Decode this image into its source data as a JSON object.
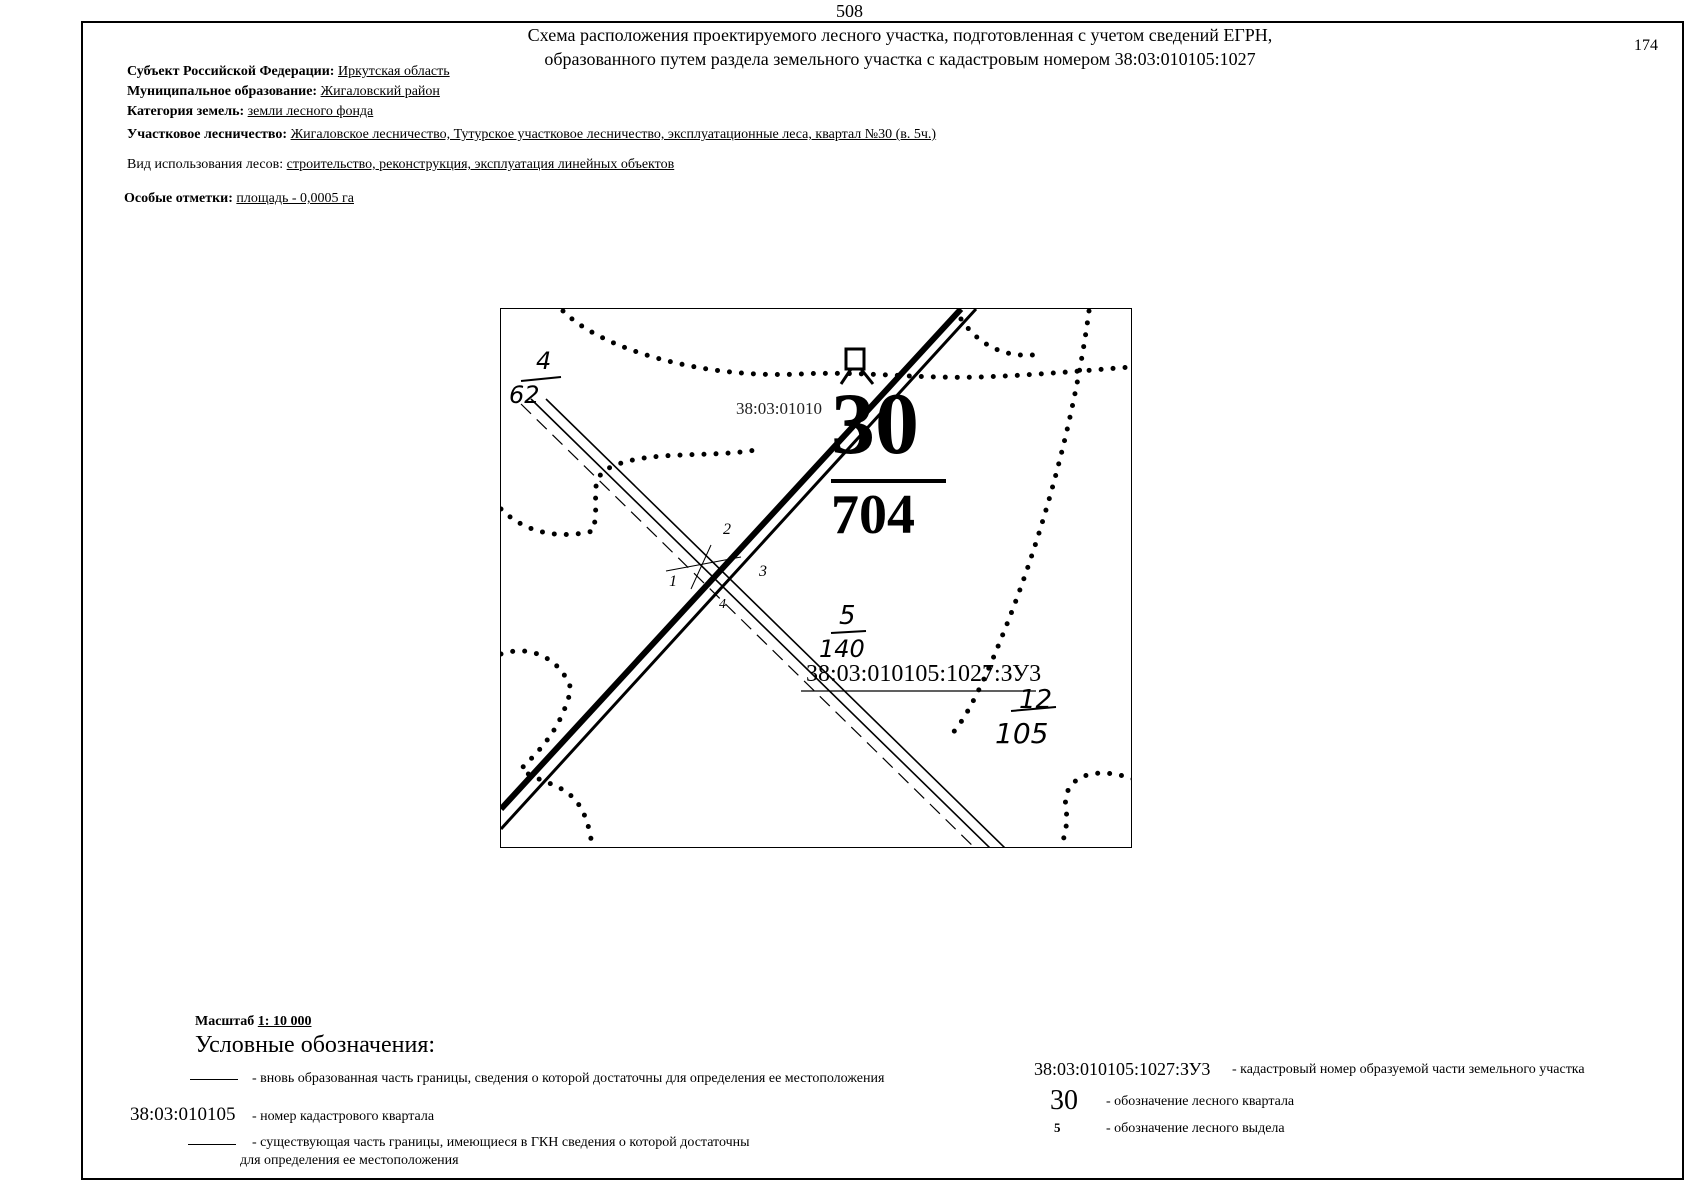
{
  "header": {
    "page_number_top": "508",
    "page_number_right": "174",
    "title_line1": "Схема расположения проектируемого лесного участка, подготовленная с учетом сведений ЕГРН,",
    "title_line2": "образованного путем раздела земельного участка с кадастровым номером 38:03:010105:1027"
  },
  "fields": {
    "subject_label": "Субъект Российской Федерации:",
    "subject_value": "Иркутская область",
    "municipality_label": "Муниципальное образование:",
    "municipality_value": "Жигаловский район",
    "category_label": "Категория земель:",
    "category_value": "земли лесного фонда",
    "forestry_label": "Участковое лесничество:",
    "forestry_value": "Жигаловское лесничество, Тутурское участковое лесничество, эксплуатационные леса, квартал №30 (в. 5ч.)",
    "use_label": "Вид использования лесов:",
    "use_value": "строительство, реконструкция, эксплуатация линейных объектов",
    "notes_label": "Особые отметки:",
    "notes_value": "площадь -  0,0005 га"
  },
  "map": {
    "quarter_number": "30",
    "quarter_area": "704",
    "cadastral_quarter_label": "38:03:01010",
    "plot_label": "38:03:010105:1027:ЗУ3",
    "allotments": [
      {
        "num": "4",
        "area": "62"
      },
      {
        "num": "5",
        "area": "140"
      },
      {
        "num": "12",
        "area": "105"
      }
    ],
    "points": [
      "1",
      "2",
      "3",
      "4"
    ]
  },
  "legend": {
    "scale_label": "Масштаб",
    "scale_value": "1: 10 000",
    "heading": "Условные обозначения:",
    "new_boundary": "- вновь образованная часть границы, сведения о которой достаточны для определения ее местоположения",
    "cadastral_quarter_sample": "38:03:010105",
    "cadastral_quarter_desc": "-  номер кадастрового квартала",
    "existing_boundary_line1": "- существующая часть границы, имеющиеся в ГКН сведения о которой достаточны",
    "existing_boundary_line2": "для определения ее местоположения",
    "plot_number_sample": "38:03:010105:1027:ЗУ3",
    "plot_number_desc": "-  кадастровый номер образуемой части земельного участка",
    "quarter_sample": "30",
    "quarter_desc": "- обозначение лесного квартала",
    "allotment_sample": "5",
    "allotment_desc": "- обозначение лесного выдела"
  }
}
